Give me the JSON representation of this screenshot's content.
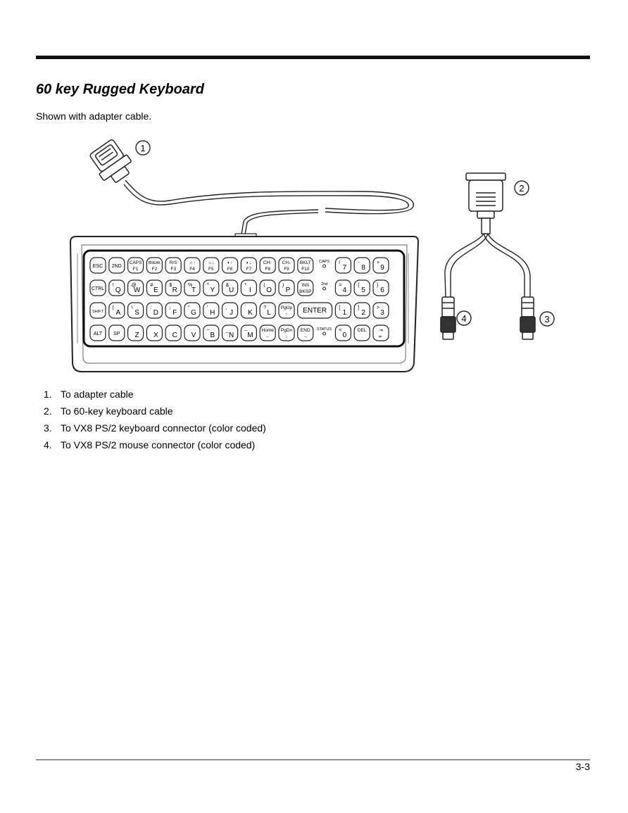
{
  "doc": {
    "heading": "60 key Rugged Keyboard",
    "intro": "Shown with adapter cable.",
    "page_number": "3-3"
  },
  "figure": {
    "callouts": [
      "1",
      "2",
      "3",
      "4"
    ],
    "keyboard": {
      "rows": [
        [
          {
            "t": "ESC"
          },
          {
            "t": "2ND"
          },
          {
            "t": "CAPS",
            "b": "F1"
          },
          {
            "t": "BREAK",
            "b": "F2"
          },
          {
            "t": "R/S",
            "b": "F3"
          },
          {
            "t": "☼↑",
            "b": "F4"
          },
          {
            "t": "☼↓",
            "b": "F5"
          },
          {
            "t": "◐↑",
            "b": "F6"
          },
          {
            "t": "◐↓",
            "b": "F7"
          },
          {
            "t": "CH↑",
            "b": "F8"
          },
          {
            "t": "CH↓",
            "b": "F9"
          },
          {
            "t": "BKLT",
            "b": "F10"
          },
          {
            "led": "CAPS"
          },
          {
            "s": "/",
            "m": "7"
          },
          {
            "s": "-",
            "m": "8"
          },
          {
            "s": "+",
            "m": "9"
          }
        ],
        [
          {
            "t": "CTRL"
          },
          {
            "s": "!",
            "m": "Q"
          },
          {
            "s": "@",
            "m": "W"
          },
          {
            "s": "#",
            "m": "E"
          },
          {
            "s": "$",
            "m": "R"
          },
          {
            "s": "%",
            "m": "T"
          },
          {
            "s": "^",
            "m": "Y"
          },
          {
            "s": "&",
            "m": "U"
          },
          {
            "s": "*",
            "m": "I"
          },
          {
            "s": "(",
            "m": "O"
          },
          {
            "s": ")",
            "m": "P"
          },
          {
            "t": "INS",
            "b": "BKSP"
          },
          {
            "led": "2nd"
          },
          {
            "s": "=",
            "m": "4"
          },
          {
            "s": "{",
            "m": "5"
          },
          {
            "s": "}",
            "m": "6"
          }
        ],
        [
          {
            "t": "SHIFT"
          },
          {
            "s": "|",
            "m": "A"
          },
          {
            "s": "\\",
            "m": "S"
          },
          {
            "s": ":",
            "m": "D"
          },
          {
            "s": ";",
            "m": "F"
          },
          {
            "s": "\"",
            "m": "G"
          },
          {
            "s": "'",
            "m": "H"
          },
          {
            "s": ",",
            "m": "J"
          },
          {
            "s": "`",
            "m": "K"
          },
          {
            "s": "?",
            "m": "L"
          },
          {
            "t": "PgUp",
            "b": "↑"
          },
          {
            "t": "ENTER",
            "w": 2
          },
          {
            "s": "[",
            "m": "1"
          },
          {
            "s": "]",
            "m": "2"
          },
          {
            "s": ">",
            "m": "3"
          }
        ],
        [
          {
            "t": "ALT"
          },
          {
            "t": "SP"
          },
          {
            "m": "Z"
          },
          {
            "m": "X"
          },
          {
            "m": "C"
          },
          {
            "m": "V"
          },
          {
            "s": "~",
            "m": "B"
          },
          {
            "s": "_",
            "m": "N"
          },
          {
            "s": "–",
            "m": "M"
          },
          {
            "t": "Home",
            "b": "←"
          },
          {
            "t": "PgDn",
            "b": "↓"
          },
          {
            "t": "END",
            "b": "→"
          },
          {
            "led": "STATUS"
          },
          {
            "s": "<",
            "m": "0"
          },
          {
            "t": "DEL",
            "b": "."
          },
          {
            "t": "⇥",
            "b": "⇤"
          }
        ]
      ]
    }
  },
  "legend": [
    {
      "num": "1.",
      "text": "To adapter cable"
    },
    {
      "num": "2.",
      "text": "To 60-key keyboard cable"
    },
    {
      "num": "3.",
      "text": "To VX8 PS/2 keyboard connector (color coded)"
    },
    {
      "num": "4.",
      "text": "To VX8 PS/2 mouse connector (color coded)"
    }
  ]
}
